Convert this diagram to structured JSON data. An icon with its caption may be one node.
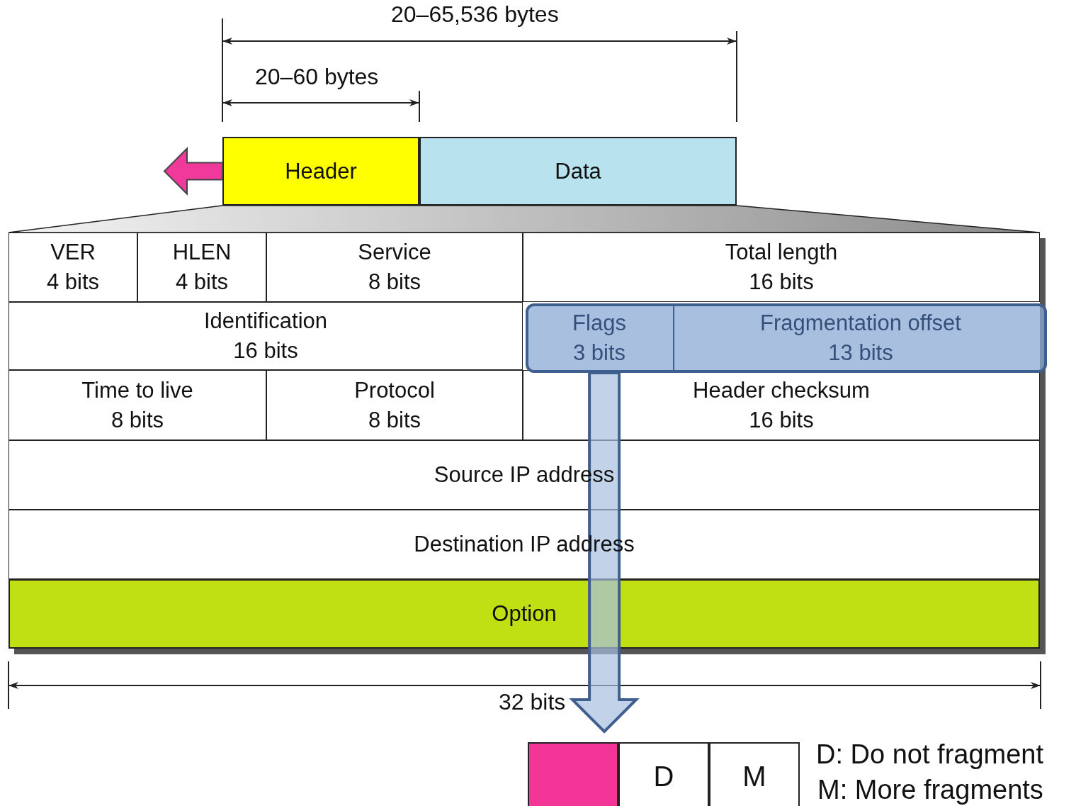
{
  "diagram": {
    "nodes": [
      {
        "text": [
          "Header"
        ]
      },
      {
        "text": [
          "Data"
        ]
      },
      {
        "text": [
          "VER",
          "4 bits"
        ]
      },
      {
        "text": [
          "HLEN",
          "4 bits"
        ]
      },
      {
        "text": [
          "Service",
          "8 bits"
        ]
      },
      {
        "text": [
          "Total length",
          "16 bits"
        ]
      },
      {
        "text": [
          "Identification",
          "16 bits"
        ]
      },
      {
        "text": [],
        "shape": "box"
      },
      {
        "text": [
          "Flags",
          "3 bits"
        ],
        "in": 7
      },
      {
        "text": [
          "Fragmentation offset",
          "13 bits"
        ],
        "in": 7
      },
      {
        "text": [
          "Time to live",
          "8 bits"
        ]
      },
      {
        "text": [
          "Protocol",
          "8 bits"
        ]
      },
      {
        "text": [
          "Header checksum",
          "16 bits"
        ]
      },
      {
        "text": [
          "Source IP address"
        ]
      },
      {
        "text": [
          "Destination IP address"
        ]
      },
      {
        "text": [
          "Option"
        ]
      },
      {
        "text": [],
        "shape": "box"
      },
      {
        "text": [
          "D"
        ]
      },
      {
        "text": [
          "M"
        ]
      }
    ],
    "edges": [
      {
        "from": 0,
        "to": null,
        "arrow": "to",
        "color": "#f0399a"
      },
      {
        "from": 7,
        "to": 16,
        "arrow": "to",
        "color": "#a7bfdf"
      }
    ],
    "labels": [
      "20–65,536 bytes",
      "20–60 bytes",
      "32 bits",
      "D: Do not fragment",
      "M: More fragments"
    ]
  }
}
